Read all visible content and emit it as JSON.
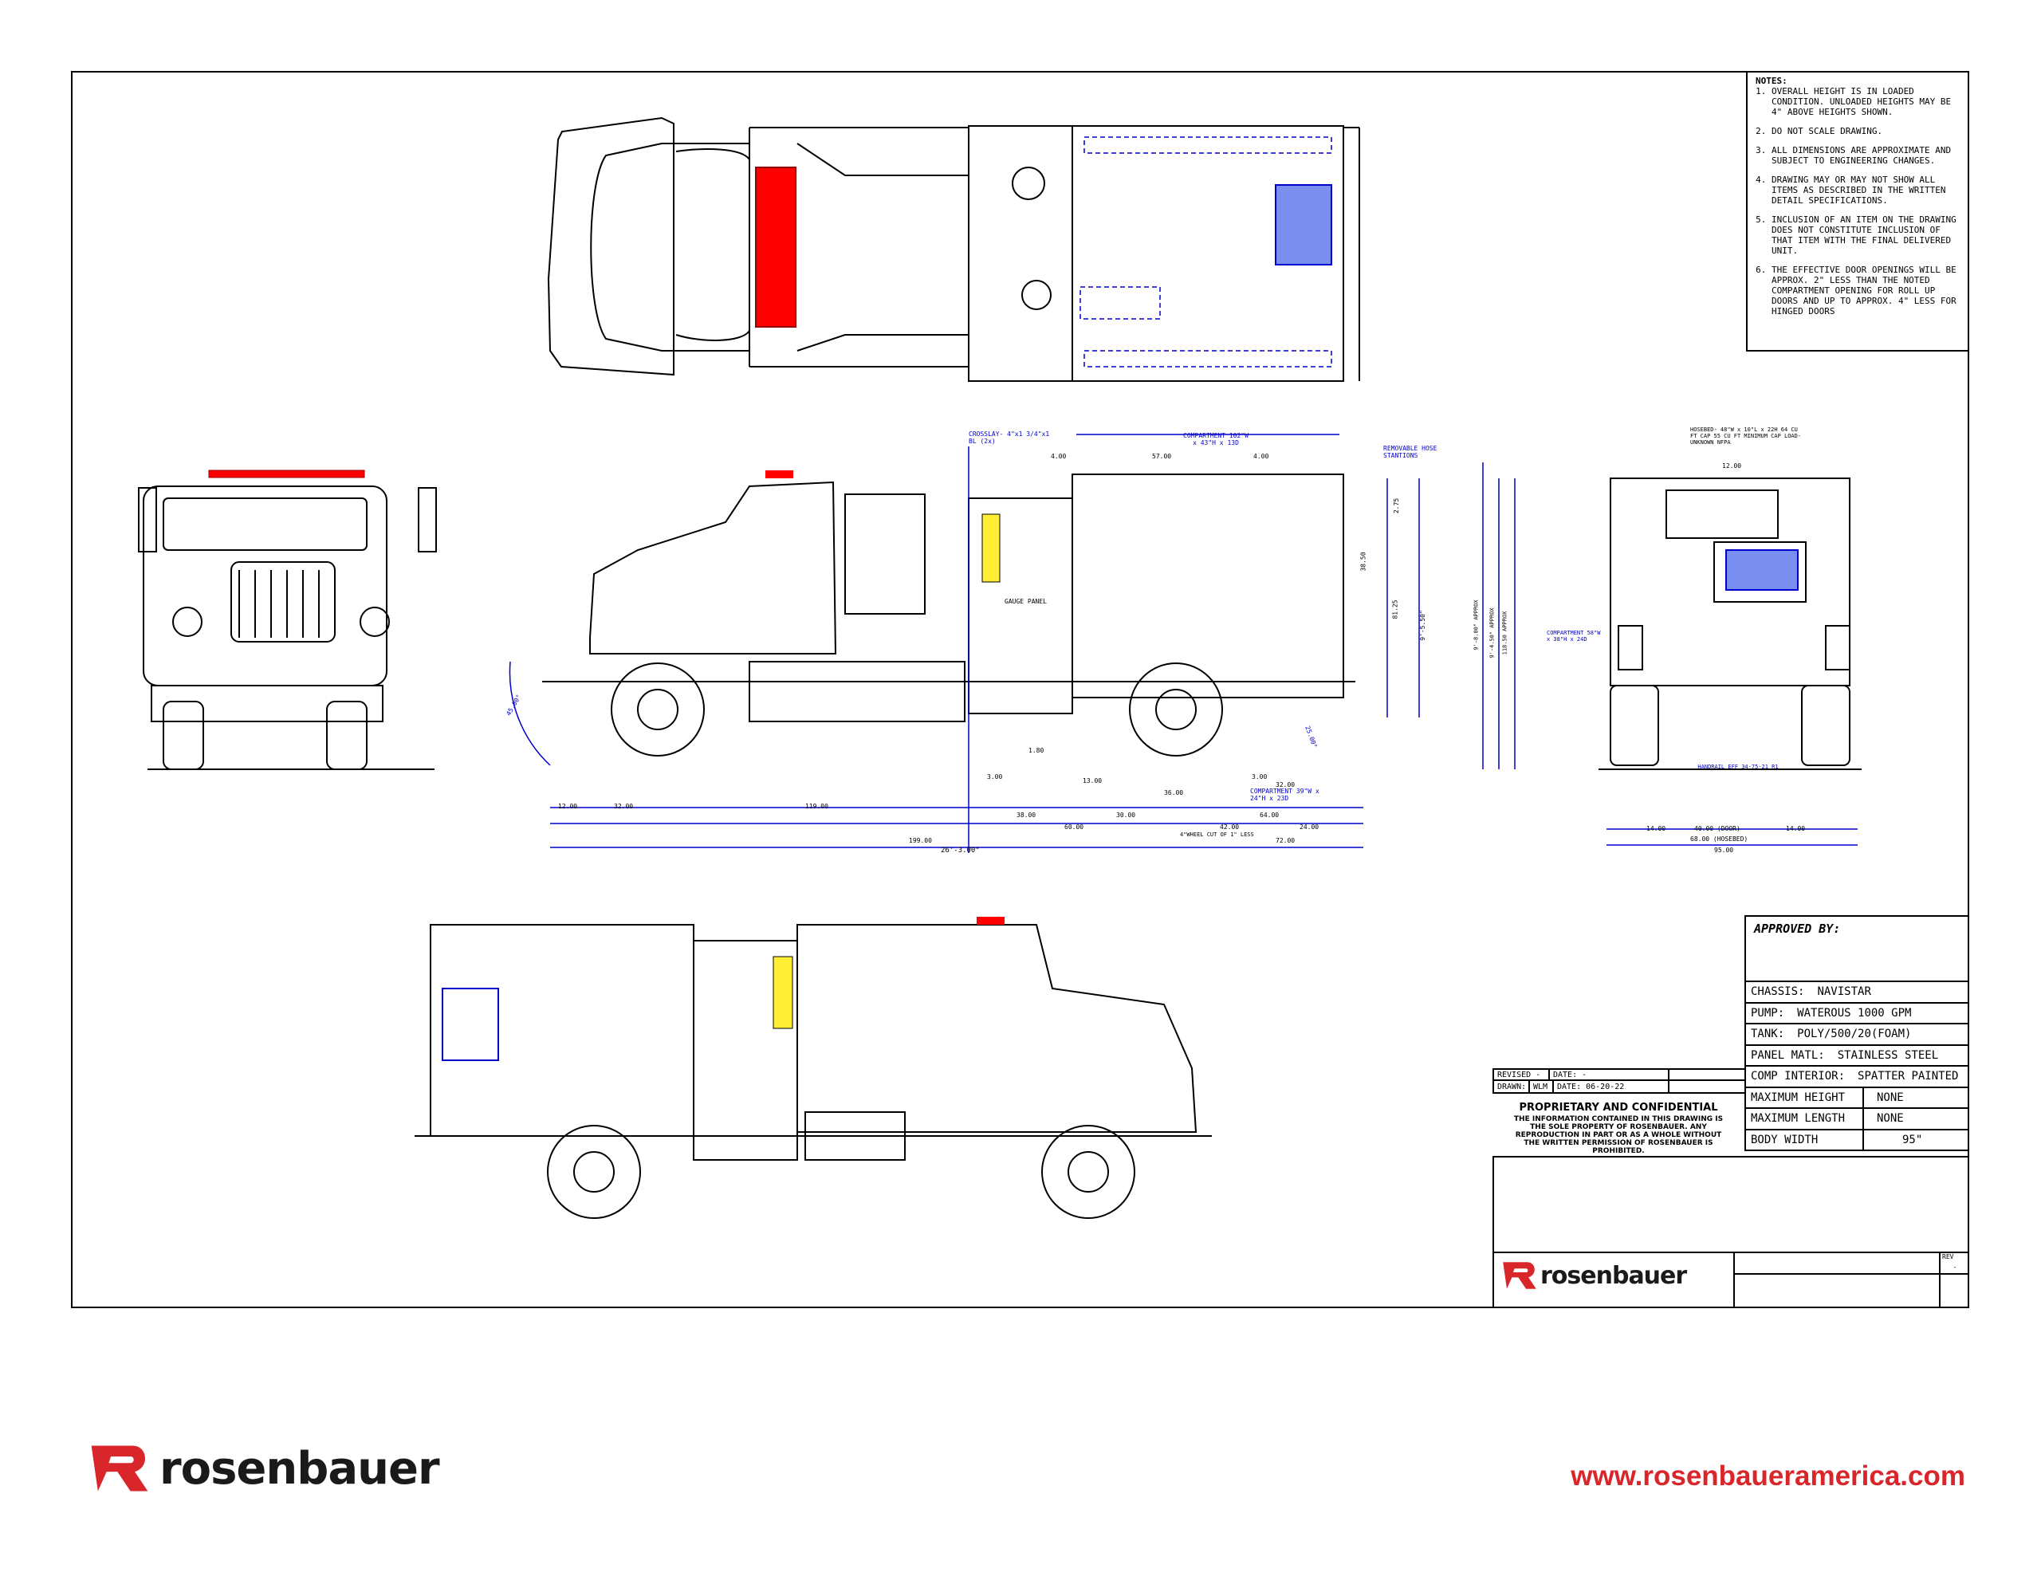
{
  "notes": {
    "title": "NOTES:",
    "items": [
      "OVERALL HEIGHT IS IN LOADED CONDITION. UNLOADED HEIGHTS MAY BE 4\" ABOVE HEIGHTS SHOWN.",
      "DO NOT SCALE DRAWING.",
      "ALL DIMENSIONS ARE APPROXIMATE AND SUBJECT TO ENGINEERING CHANGES.",
      "DRAWING MAY OR MAY NOT SHOW ALL ITEMS AS DESCRIBED IN THE WRITTEN DETAIL SPECIFICATIONS.",
      "INCLUSION OF AN ITEM ON THE DRAWING DOES NOT CONSTITUTE INCLUSION OF THAT ITEM WITH THE FINAL DELIVERED UNIT.",
      "THE EFFECTIVE DOOR OPENINGS WILL BE APPROX. 2\" LESS THAN THE NOTED COMPARTMENT OPENING FOR ROLL UP DOORS AND UP TO APPROX. 4\" LESS FOR HINGED DOORS"
    ]
  },
  "title_block": {
    "approved_by": "APPROVED BY:",
    "specs": [
      {
        "label": "CHASSIS:",
        "value": "NAVISTAR"
      },
      {
        "label": "PUMP:",
        "value": "WATEROUS 1000 GPM"
      },
      {
        "label": "TANK:",
        "value": "POLY/500/20(FOAM)"
      },
      {
        "label": "PANEL MATL:",
        "value": "STAINLESS STEEL"
      },
      {
        "label": "COMP INTERIOR:",
        "value": "SPATTER PAINTED"
      }
    ],
    "dims": [
      {
        "label": "MAXIMUM HEIGHT",
        "value": "NONE"
      },
      {
        "label": "MAXIMUM LENGTH",
        "value": "NONE"
      },
      {
        "label": "BODY WIDTH",
        "value": "95\""
      }
    ],
    "revised_label": "REVISED -",
    "date_label": "DATE: -",
    "drawn_label": "DRAWN:",
    "drawn_by": "WLM",
    "drawn_date": "DATE: 06-20-22",
    "proprietary_title": "PROPRIETARY AND CONFIDENTIAL",
    "proprietary_text": "THE INFORMATION CONTAINED IN THIS DRAWING IS THE SOLE PROPERTY OF ROSENBAUER. ANY REPRODUCTION IN PART OR AS A WHOLE WITHOUT THE WRITTEN PERMISSION OF ROSENBAUER IS PROHIBITED.",
    "rev_label": "REV",
    "rev_value": "-"
  },
  "brand": {
    "name": "rosenbauer",
    "url": "www.rosenbaueramerica.com",
    "red": "#d8262b"
  },
  "side_view_labels": {
    "crosslay": "CROSSLAY- 4\"x1 3/4\"x1 BL (2x)",
    "compartment_top": "COMPARTMENT 102\"W x 43\"H x 13D",
    "removable_hose": "REMOVABLE HOSE STANTIONS",
    "gauge_panel": "GAUGE PANEL",
    "compartment_rear": "COMPARTMENT 39\"W x 24\"H x 23D",
    "dim_4_00a": "4.00",
    "dim_57_00": "57.00",
    "dim_4_00b": "4.00",
    "dim_12_00": "12.00",
    "dim_32_00": "32.00",
    "dim_119_00": "119.00",
    "dim_199_00": "199.00",
    "overall_length": "26'-3.00\"",
    "dim_3_00": "3.00",
    "dim_13_00": "13.00",
    "dim_36_00": "36.00",
    "dim_3_00b": "3.00",
    "dim_32_00b": "32.00",
    "dim_38_00": "38.00",
    "dim_30_00": "30.00",
    "dim_64_00": "64.00",
    "dim_60_00": "60.00",
    "dim_24_00": "24.00",
    "dim_42_00": "42.00",
    "dim_72_00": "72.00",
    "wheel_note": "4\"WHEEL CUT OF 1\" LESS",
    "dim_1_80": "1.80",
    "angle_front": "45.00°",
    "angle_rear": "25.00°",
    "height_1": "9'-5.50\"",
    "height_2": "81.25",
    "height_3": "2.75",
    "height_4": "38.50"
  },
  "rear_view_labels": {
    "hosebed": "HOSEBED- 48\"W x 10\"L x 22H 64 CU FT CAP 55 CU FT MINIMUM CAP LOAD- UNKNOWN NFPA",
    "dim_12_00": "12.00",
    "height_approx_1": "9'-8.00\" APPROX",
    "height_approx_2": "9'-4.50\" APPROX",
    "height_approx_3": "118.50 APPROX",
    "compartment": "COMPARTMENT 58\"W x 38\"H x 24D",
    "handrail": "HANDRAIL EFF 34-75-21 R1",
    "dim_14_00a": "14.00",
    "dim_40_00": "40.00 (DOOR)",
    "dim_14_00b": "14.00",
    "dim_68_00": "68.00 (HOSEBED)",
    "dim_95_00": "95.00"
  }
}
